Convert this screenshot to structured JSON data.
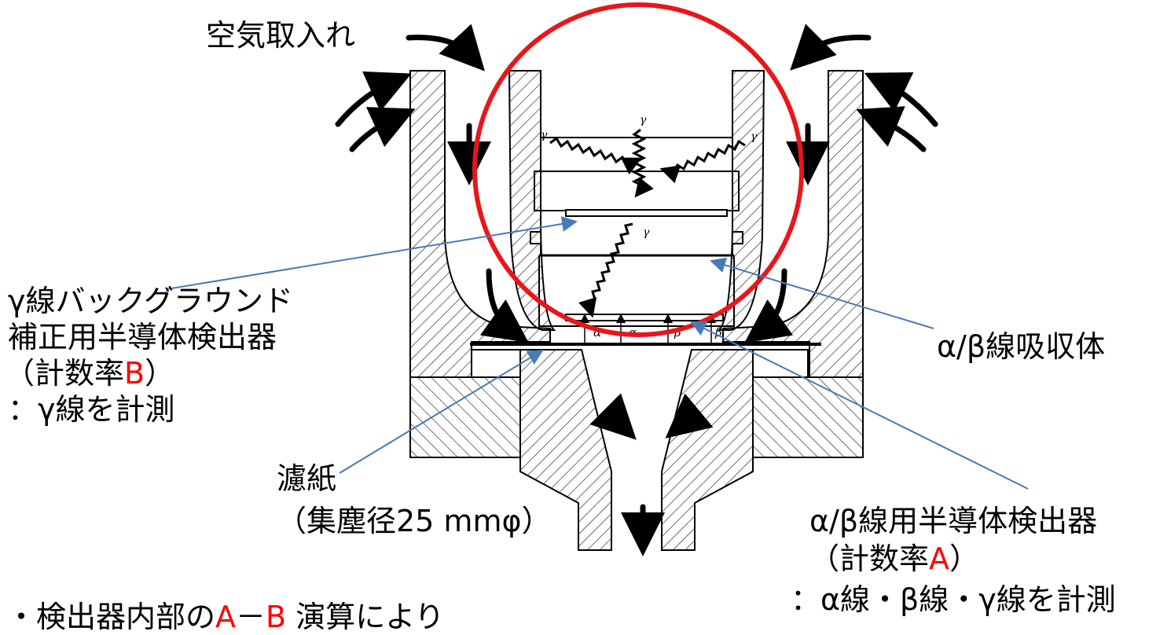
{
  "labels": {
    "air_intake": "空気取入れ",
    "gamma_detector": {
      "line1": "γ線バックグラウンド",
      "line2": "補正用半導体検出器",
      "line3_open": "（計数率",
      "line3_mark": "B",
      "line3_close": "）",
      "line4": "：γ線を計測"
    },
    "filter": {
      "line1": "濾紙",
      "line2": "（集塵径25 mmφ）"
    },
    "absorber": "α/β線吸収体",
    "ab_detector": {
      "line1": "α/β線用半導体検出器",
      "line2_open": "（計数率",
      "line2_mark": "A",
      "line2_close": "）",
      "line3": "：α線・β線・γ線を計測"
    },
    "bottom_note": {
      "prefix": "・検出器内部の",
      "mark_a": "A",
      "dash": "－",
      "mark_b": "B",
      "suffix": " 演算により"
    }
  },
  "diagram_symbols": {
    "gamma": "γ",
    "alpha": "α",
    "beta": "β"
  },
  "colors": {
    "highlight_circle": "#e8161b",
    "leader_lines": "#4a7ab8",
    "mark_text": "#ff0000"
  }
}
